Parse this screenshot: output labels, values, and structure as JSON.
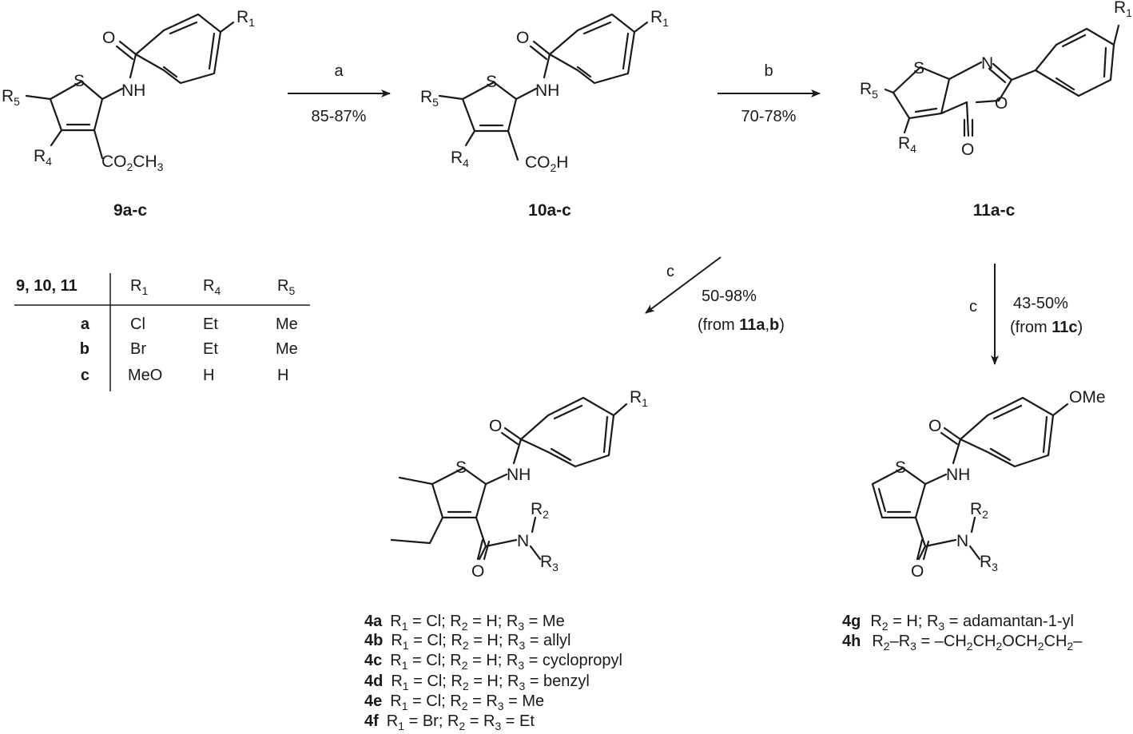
{
  "compounds": {
    "c9": {
      "label": "9a-c",
      "ester": "CO2CH3"
    },
    "c10": {
      "label": "10a-c",
      "acid": "CO2H"
    },
    "c11": {
      "label": "11a-c"
    }
  },
  "atoms": {
    "S": "S",
    "N": "N",
    "O": "O",
    "NH": "NH",
    "R1": "R1",
    "R2": "R2",
    "R3": "R3",
    "R4": "R4",
    "R5": "R5",
    "OMe": "OMe"
  },
  "arrows": {
    "a": {
      "reagent": "a",
      "yield": "85-87%"
    },
    "b": {
      "reagent": "b",
      "yield": "70-78%"
    },
    "c_left": {
      "reagent": "c",
      "yield": "50-98%",
      "from_prefix": "(from ",
      "from_bold_1": "11a",
      "from_sep": ",",
      "from_bold_2": "b",
      "from_suffix": ")"
    },
    "c_right": {
      "reagent": "c",
      "yield": "43-50%",
      "from_prefix": "(from ",
      "from_bold": "11c",
      "from_suffix": ")"
    }
  },
  "table": {
    "header": [
      "9, 10, 11",
      "R1",
      "R4",
      "R5"
    ],
    "rows": [
      {
        "id": "a",
        "r1": "Cl",
        "r4": "Et",
        "r5": "Me"
      },
      {
        "id": "b",
        "r1": "Br",
        "r4": "Et",
        "r5": "Me"
      },
      {
        "id": "c",
        "r1": "MeO",
        "r4": "H",
        "r5": "H"
      }
    ]
  },
  "legend_left": [
    {
      "id": "4a",
      "text": "R1 = Cl; R2 = H; R3 = Me"
    },
    {
      "id": "4b",
      "text": "R1 = Cl; R2 = H; R3 = allyl"
    },
    {
      "id": "4c",
      "text": "R1 = Cl; R2 = H; R3 = cyclopropyl"
    },
    {
      "id": "4d",
      "text": "R1 = Cl; R2 = H; R3 = benzyl"
    },
    {
      "id": "4e",
      "text": "R1 = Cl; R2 = R3 = Me"
    },
    {
      "id": "4f",
      "text": "R1 = Br; R2 = R3 = Et"
    }
  ],
  "legend_right": [
    {
      "id": "4g",
      "text": "R2 = H; R3 = adamantan-1-yl"
    },
    {
      "id": "4h",
      "text": "R2–R3 = –CH2CH2OCH2CH2–"
    }
  ]
}
